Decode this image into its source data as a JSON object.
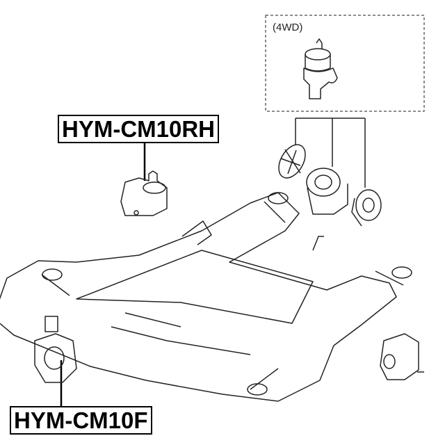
{
  "labels": {
    "rh_part": "HYM-CM10RH",
    "f_part": "HYM-CM10F",
    "variant_note": "(4WD)"
  },
  "colors": {
    "line": "#1a1a1a",
    "label_border": "#000000"
  }
}
